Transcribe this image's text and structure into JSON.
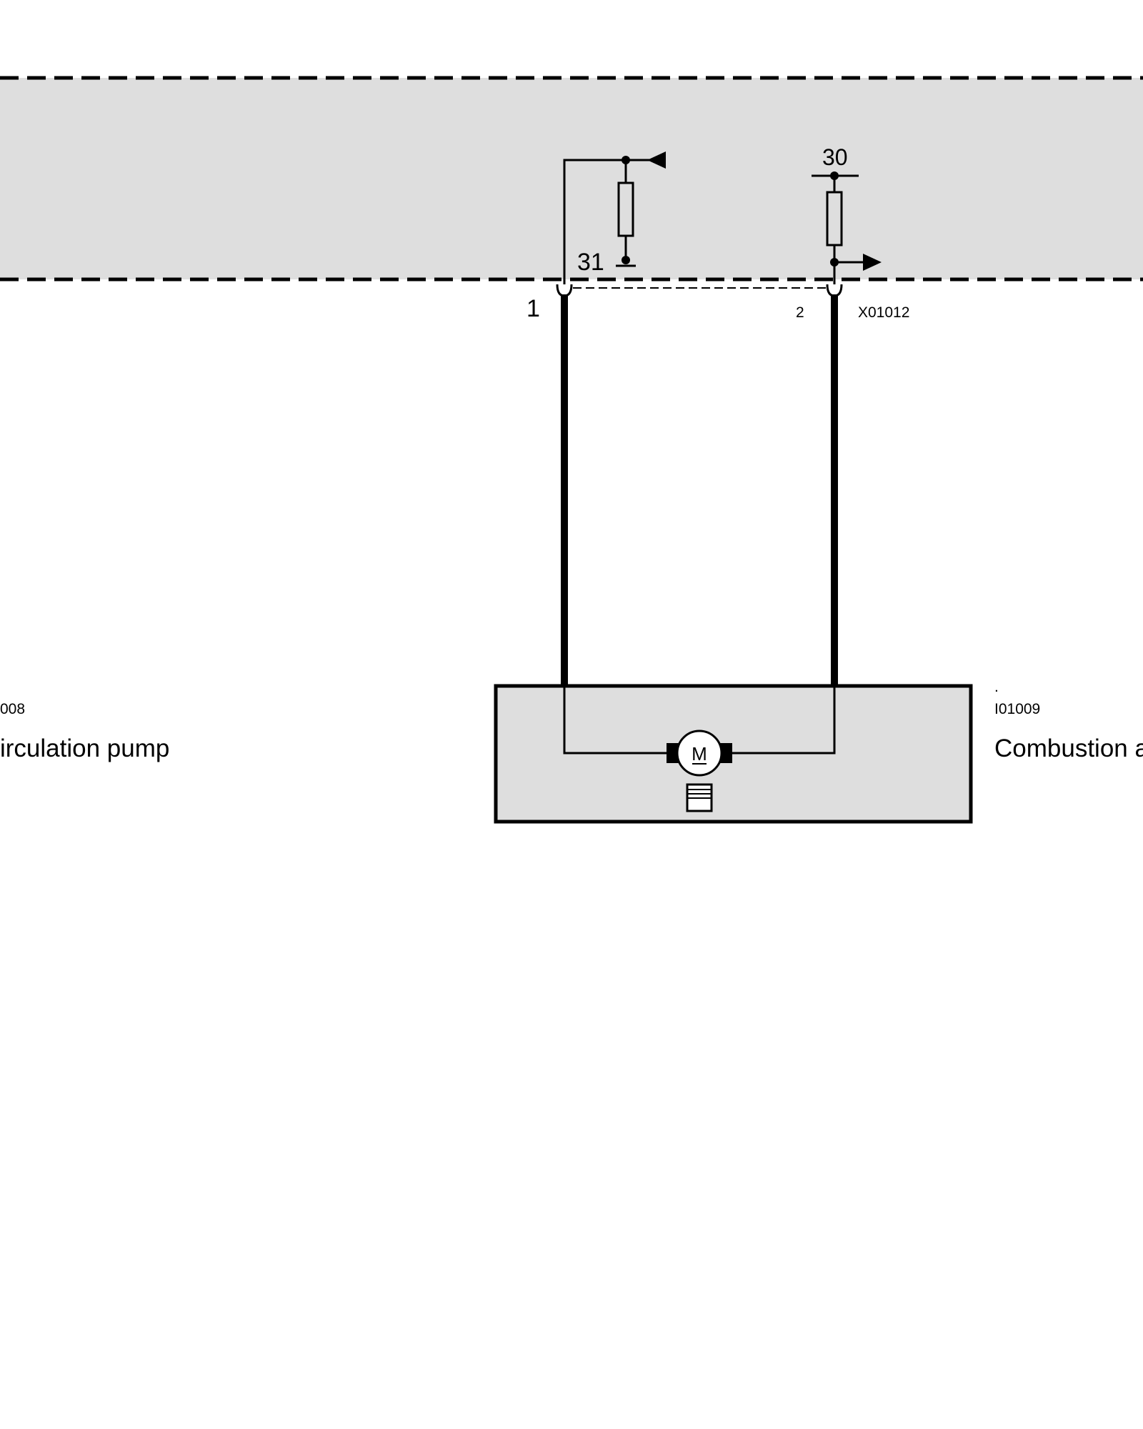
{
  "terminal_31": "31",
  "terminal_30": "30",
  "pin_1": "1",
  "pin_2": "2",
  "connector_id": "X01012",
  "left_component": {
    "id": "008",
    "name": "irculation pump"
  },
  "right_component": {
    "dot": ".",
    "id": "I01009",
    "name": "Combustion a"
  },
  "motor_symbol": "M",
  "colors": {
    "control_unit_fill": "#dedede",
    "pump_fill": "#dedede",
    "line": "#000000"
  }
}
